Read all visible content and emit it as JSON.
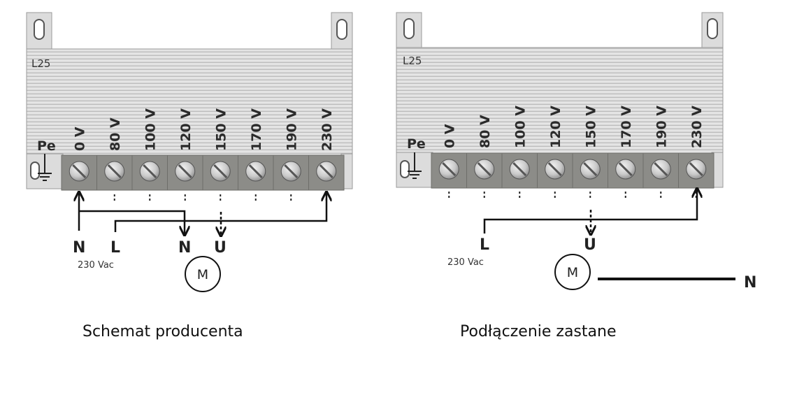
{
  "left_panel": {
    "model": "L25",
    "earth_label": "Pe",
    "terminals": [
      "0 V",
      "80 V",
      "100 V",
      "120 V",
      "150 V",
      "170 V",
      "190 V",
      "230 V"
    ],
    "wire_labels": {
      "neutral": "N",
      "line": "L",
      "motor_neutral": "N",
      "motor_phase": "U"
    },
    "supply_note": "230 Vac",
    "motor_label": "M",
    "caption": "Schemat producenta"
  },
  "right_panel": {
    "model": "L25",
    "earth_label": "Pe",
    "terminals": [
      "0 V",
      "80 V",
      "100 V",
      "120 V",
      "150 V",
      "170 V",
      "190 V",
      "230 V"
    ],
    "wire_labels": {
      "line": "L",
      "motor_phase": "U",
      "neutral": "N"
    },
    "supply_note": "230 Vac",
    "motor_label": "M",
    "caption": "Podłączenie zastane"
  }
}
